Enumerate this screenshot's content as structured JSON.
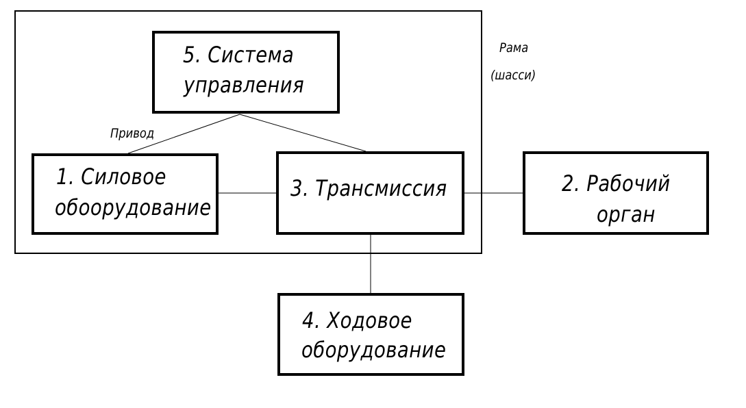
{
  "frame": {
    "label_line1": "Рама",
    "label_line2": "(шасси)"
  },
  "drive_label": "Привод",
  "blocks": {
    "control": {
      "line1": "5. Система",
      "line2": "управления"
    },
    "power": {
      "line1": "1. Силовое",
      "line2": "обоорудование"
    },
    "transmission": {
      "line1": "3. Трансмиссия"
    },
    "working": {
      "line1": "2. Рабочий",
      "line2": "орган"
    },
    "running": {
      "line1": "4. Ходовое",
      "line2": "оборудование"
    }
  }
}
